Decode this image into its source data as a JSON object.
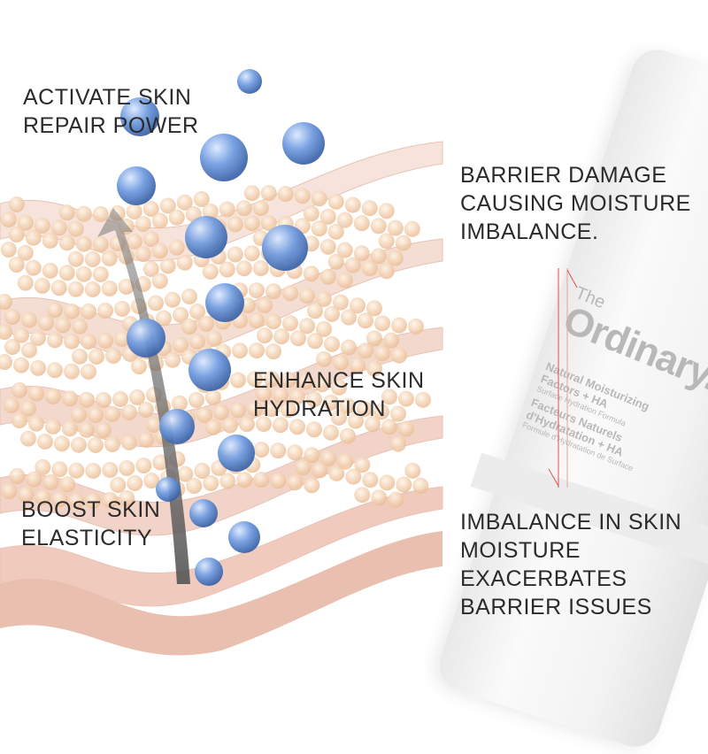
{
  "captions": {
    "activate": "ACTIVATE SKIN\nREPAIR POWER",
    "barrier_damage": "BARRIER DAMAGE\nCAUSING MOISTURE\nIMBALANCE.",
    "enhance": "ENHANCE SKIN\nHYDRATION",
    "boost": "BOOST SKIN\nELASTICITY",
    "imbalance": "IMBALANCE IN SKIN\nMOISTURE\nEXACERBATES\nBARRIER ISSUES"
  },
  "product": {
    "brand_small": "The",
    "brand": "Ordinary.",
    "name_en": "Natural Moisturizing Factors + HA",
    "sub_en": "Surface Hydration Formula",
    "name_fr": "Facteurs Naturels d'Hydratation + HA",
    "sub_fr": "Formule d'Hydratation de Surface"
  },
  "colors": {
    "text": "#2b2b2b",
    "skin": "#f3d9cf",
    "bubble": "#5f8fd6",
    "arrow": "#d9534f"
  }
}
